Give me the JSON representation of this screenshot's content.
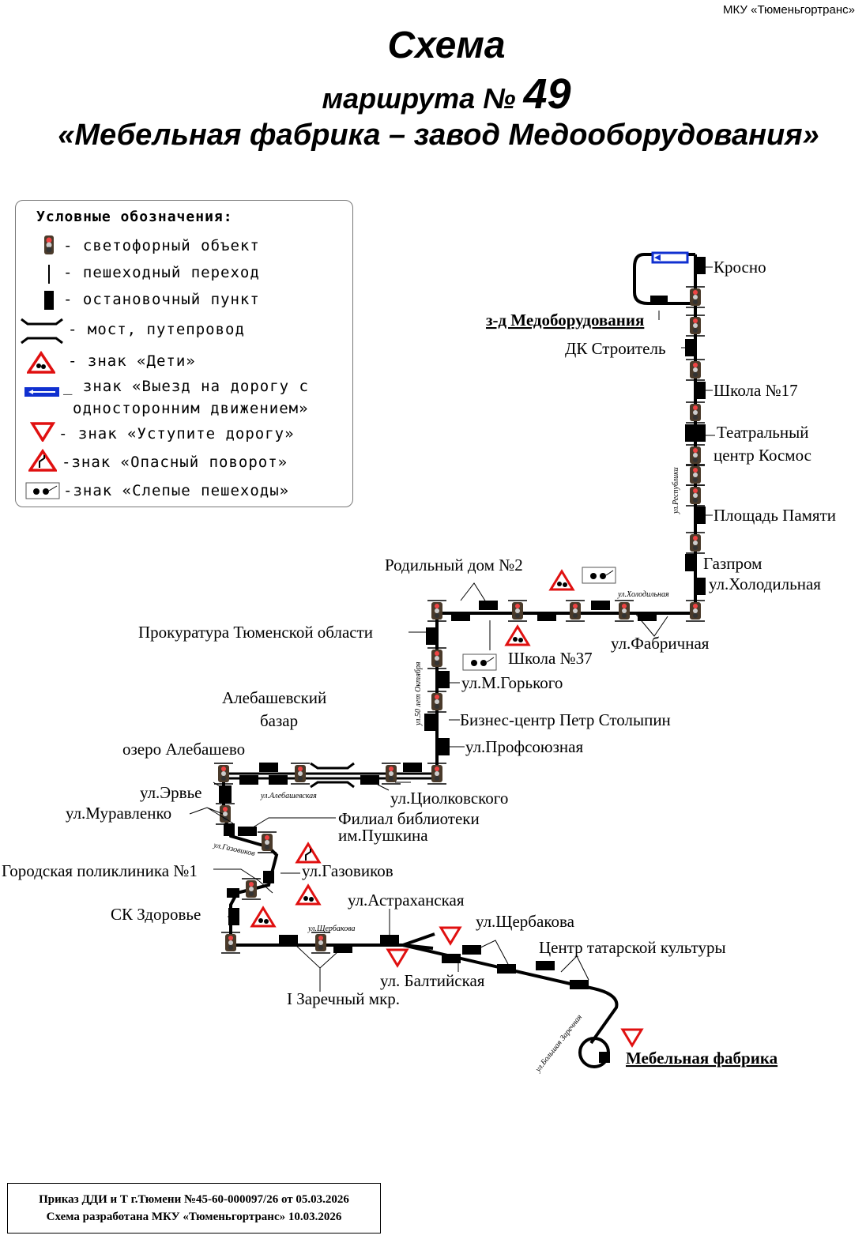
{
  "organization": "МКУ «Тюменьгортранс»",
  "title": {
    "line1": "Схема",
    "line2_prefix": "маршрута №",
    "route_number": "49",
    "line3": "«Мебельная фабрика – завод Медооборудования»"
  },
  "legend": {
    "heading": "Условные обозначения:",
    "items": [
      {
        "icon": "traffic-light-icon",
        "label": "- светофорный объект"
      },
      {
        "icon": "pedestrian-crossing-icon",
        "label": "- пешеходный переход"
      },
      {
        "icon": "bus-stop-icon",
        "label": "- остановочный пункт"
      },
      {
        "icon": "bridge-icon",
        "label": "- мост, путепровод"
      },
      {
        "icon": "children-sign-icon",
        "label": "- знак «Дети»"
      },
      {
        "icon": "one-way-sign-icon",
        "label": "_ знак «Выезд на дорогу с",
        "label2": "одноcторонним движением»"
      },
      {
        "icon": "yield-sign-icon",
        "label": "- знак «Уступите дорогу»"
      },
      {
        "icon": "dangerous-turn-sign-icon",
        "label": "-знак «Опасный поворот»"
      },
      {
        "icon": "blind-pedestrians-sign-icon",
        "label": "-знак «Слепые пешеходы»"
      }
    ]
  },
  "stops": {
    "krosno": "Кросно",
    "medoborud": "з-д Медоборудования",
    "dk": "ДК Строитель",
    "school17": "Школа №17",
    "teatr1": "Театральный",
    "teatr2": "центр Космос",
    "ploshchad": "Площадь Памяти",
    "gazprom": "Газпром",
    "holodilnaya": "ул.Холодильная",
    "roddom": "Родильный дом №2",
    "prokuratura": "Прокуратура Тюменской области",
    "school37": "Школа №37",
    "fabrichnaya": "ул.Фабричная",
    "gorkogo": "ул.М.Горького",
    "biznes": "Бизнес-центр Петр Столыпин",
    "profsoyuznaya": "ул.Профсоюзная",
    "bazar1": "Алебашевский",
    "bazar2": "базар",
    "ozero": "озеро Алебашево",
    "ciolkovskogo": "ул.Циолковского",
    "erve": "ул.Эрвье",
    "muravlenko": "ул.Муравленко",
    "biblio1": "Филиал библиотеки",
    "biblio2": "им.Пушкина",
    "poliklinika": "Городская поликлиника №1",
    "gazovikov": "ул.Газовиков",
    "zdorovie": "СК Здоровье",
    "astrahanskaya": "ул.Астраханская",
    "shcherbakova": "ул.Щербакова",
    "tatar": "Центр татарской культуры",
    "baltiyskaya": "ул. Балтийская",
    "zarechny": "I Заречный мкр.",
    "mebel": "Мебельная фабрика"
  },
  "streets": {
    "respubliki": "ул.Республики",
    "holodilnaya": "ул.Холодильная",
    "oktyabrya": "ул.50 лет Октября",
    "alebashevskaya": "ул.Алебашевская",
    "gazovikov": "ул.Газовиков",
    "shcherbakova": "ул.Щербакова",
    "zarechnaya": "ул.Большая Заречная"
  },
  "footer": {
    "line1": "Приказ ДДИ и Т г.Тюмени №45-60-000097/26 от 05.03.2026",
    "line2": "Схема разработана МКУ «Тюменьгортранс» 10.03.2026"
  },
  "colors": {
    "sign_red": "#e01010",
    "one_way_blue": "#1030d0",
    "route": "#000000"
  }
}
